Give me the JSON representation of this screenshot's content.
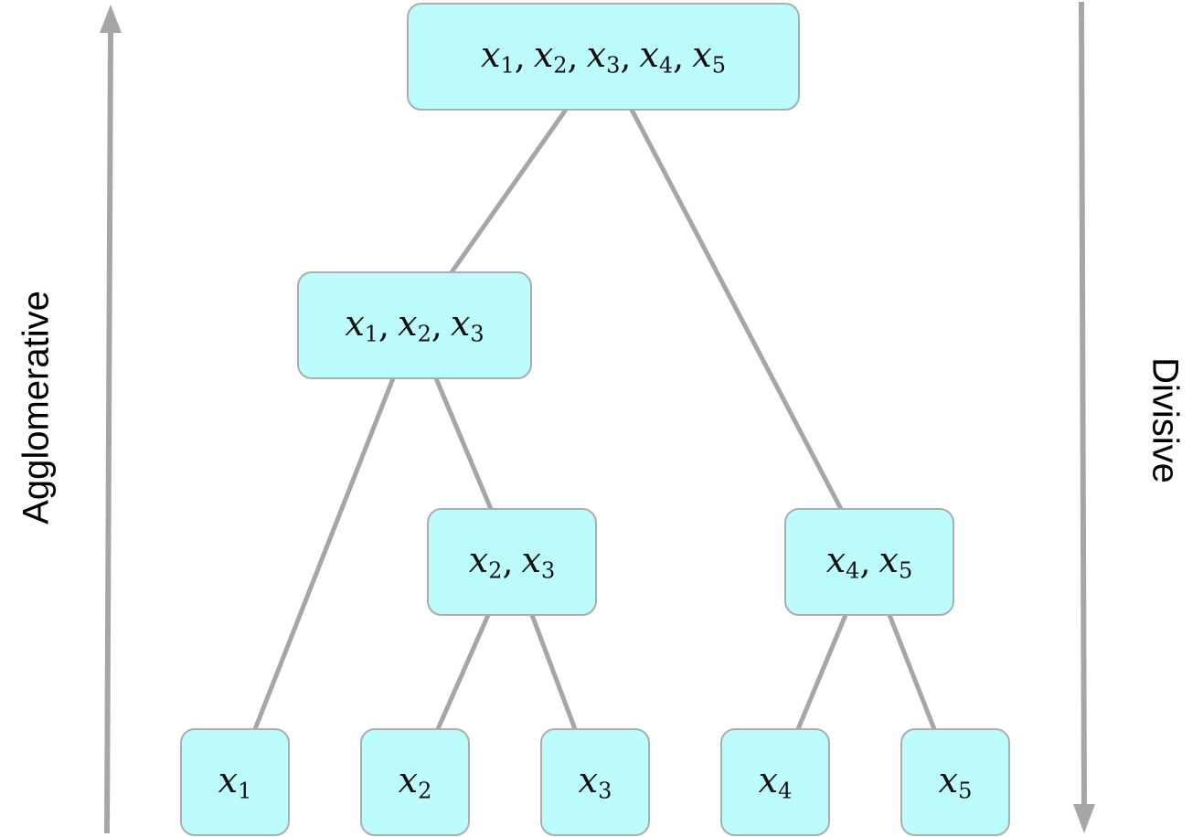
{
  "labels": {
    "left": "Agglomerative",
    "right": "Divisive"
  },
  "nodes": {
    "root": [
      {
        "base": "x",
        "sub": "1"
      },
      {
        "base": "x",
        "sub": "2"
      },
      {
        "base": "x",
        "sub": "3"
      },
      {
        "base": "x",
        "sub": "4"
      },
      {
        "base": "x",
        "sub": "5"
      }
    ],
    "n123": [
      {
        "base": "x",
        "sub": "1"
      },
      {
        "base": "x",
        "sub": "2"
      },
      {
        "base": "x",
        "sub": "3"
      }
    ],
    "n23": [
      {
        "base": "x",
        "sub": "2"
      },
      {
        "base": "x",
        "sub": "3"
      }
    ],
    "n45": [
      {
        "base": "x",
        "sub": "4"
      },
      {
        "base": "x",
        "sub": "5"
      }
    ],
    "x1": [
      {
        "base": "x",
        "sub": "1"
      }
    ],
    "x2": [
      {
        "base": "x",
        "sub": "2"
      }
    ],
    "x3": [
      {
        "base": "x",
        "sub": "3"
      }
    ],
    "x4": [
      {
        "base": "x",
        "sub": "4"
      }
    ],
    "x5": [
      {
        "base": "x",
        "sub": "5"
      }
    ]
  },
  "edges": [
    [
      "root",
      "n123"
    ],
    [
      "root",
      "n45"
    ],
    [
      "n123",
      "x1"
    ],
    [
      "n123",
      "n23"
    ],
    [
      "n23",
      "x2"
    ],
    [
      "n23",
      "x3"
    ],
    [
      "n45",
      "x4"
    ],
    [
      "n45",
      "x5"
    ]
  ],
  "colors": {
    "node_fill": "#bcfcfc",
    "node_border": "#a9aeae",
    "line": "#a6a6a6",
    "arrow": "#a6a6a6"
  }
}
